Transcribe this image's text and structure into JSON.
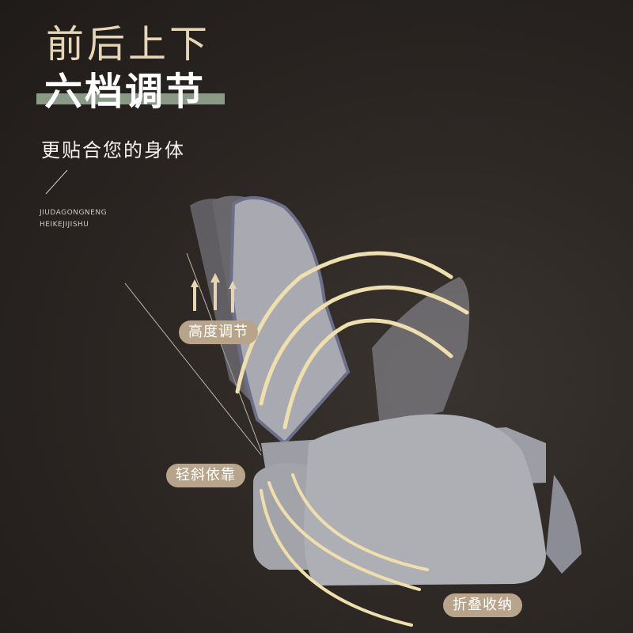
{
  "heading": {
    "line1": "前后上下",
    "line2": "六档调节",
    "subtitle": "更贴合您的身体"
  },
  "pinyin": {
    "line1": "JIUDAGONGNENG",
    "line2": "HEIKEJIJISHU"
  },
  "labels": {
    "height": "高度调节",
    "recline": "轻斜依靠",
    "fold": "折叠收纳"
  },
  "colors": {
    "accent": "#e7d6b5",
    "bar": "#8b9a86",
    "pill": "#b7a48a",
    "arrow": "#f0dfae"
  }
}
